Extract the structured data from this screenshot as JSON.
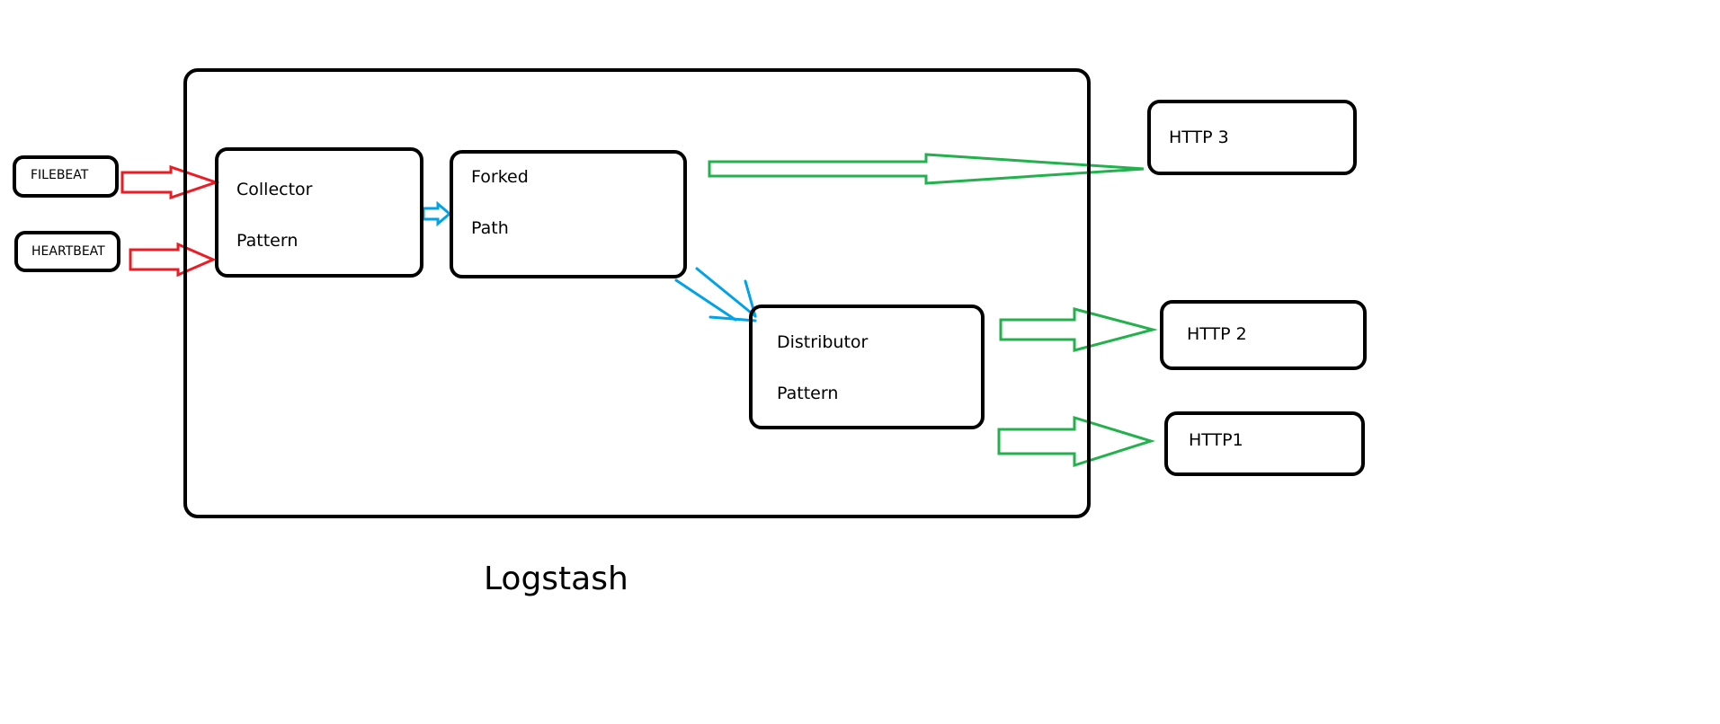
{
  "colors": {
    "outline": "#000000",
    "input_arrow": "#ed1c24",
    "internal_arrow": "#00a2e8",
    "output_arrow": "#22b14c"
  },
  "inputs": {
    "filebeat": "FILEBEAT",
    "heartbeat": "HEARTBEAT"
  },
  "container": {
    "label": "Logstash"
  },
  "collector": {
    "line1": "Collector",
    "line2": "Pattern"
  },
  "forked": {
    "line1": "Forked",
    "line2": "Path"
  },
  "distributor": {
    "line1": "Distributor",
    "line2": "Pattern"
  },
  "outputs": {
    "http3": "HTTP 3",
    "http2": "HTTP 2",
    "http1": "HTTP1"
  }
}
